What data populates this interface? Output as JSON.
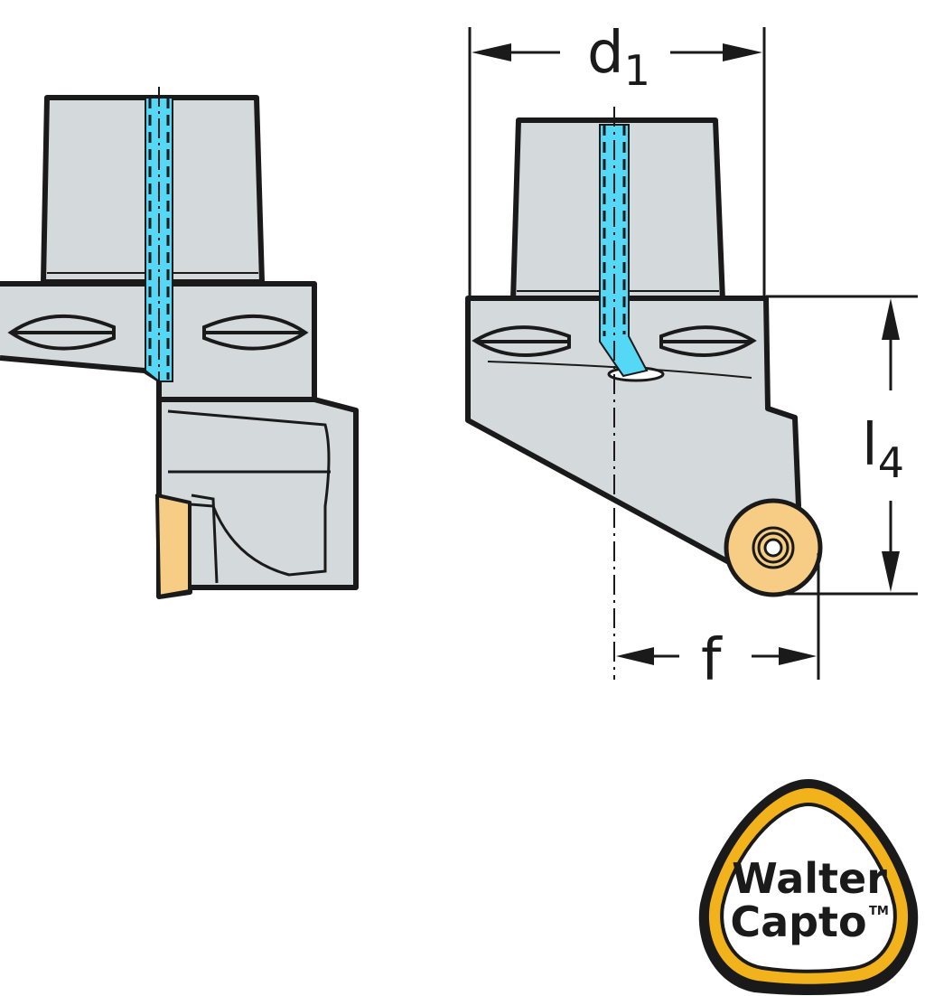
{
  "colors": {
    "body": "#d4d9db",
    "outline": "#1a1a1a",
    "coolant": "#55d8f5",
    "insert": "#f7cd86",
    "logo_ring": "#f2b21c",
    "background": "#ffffff"
  },
  "dimensions": {
    "d1": {
      "main": "d",
      "sub": "1"
    },
    "l4": {
      "main": "l",
      "sub": "4"
    },
    "f": {
      "main": "f"
    }
  },
  "logo": {
    "line1": "Walter",
    "line2": "Capto",
    "tm": "TM"
  }
}
